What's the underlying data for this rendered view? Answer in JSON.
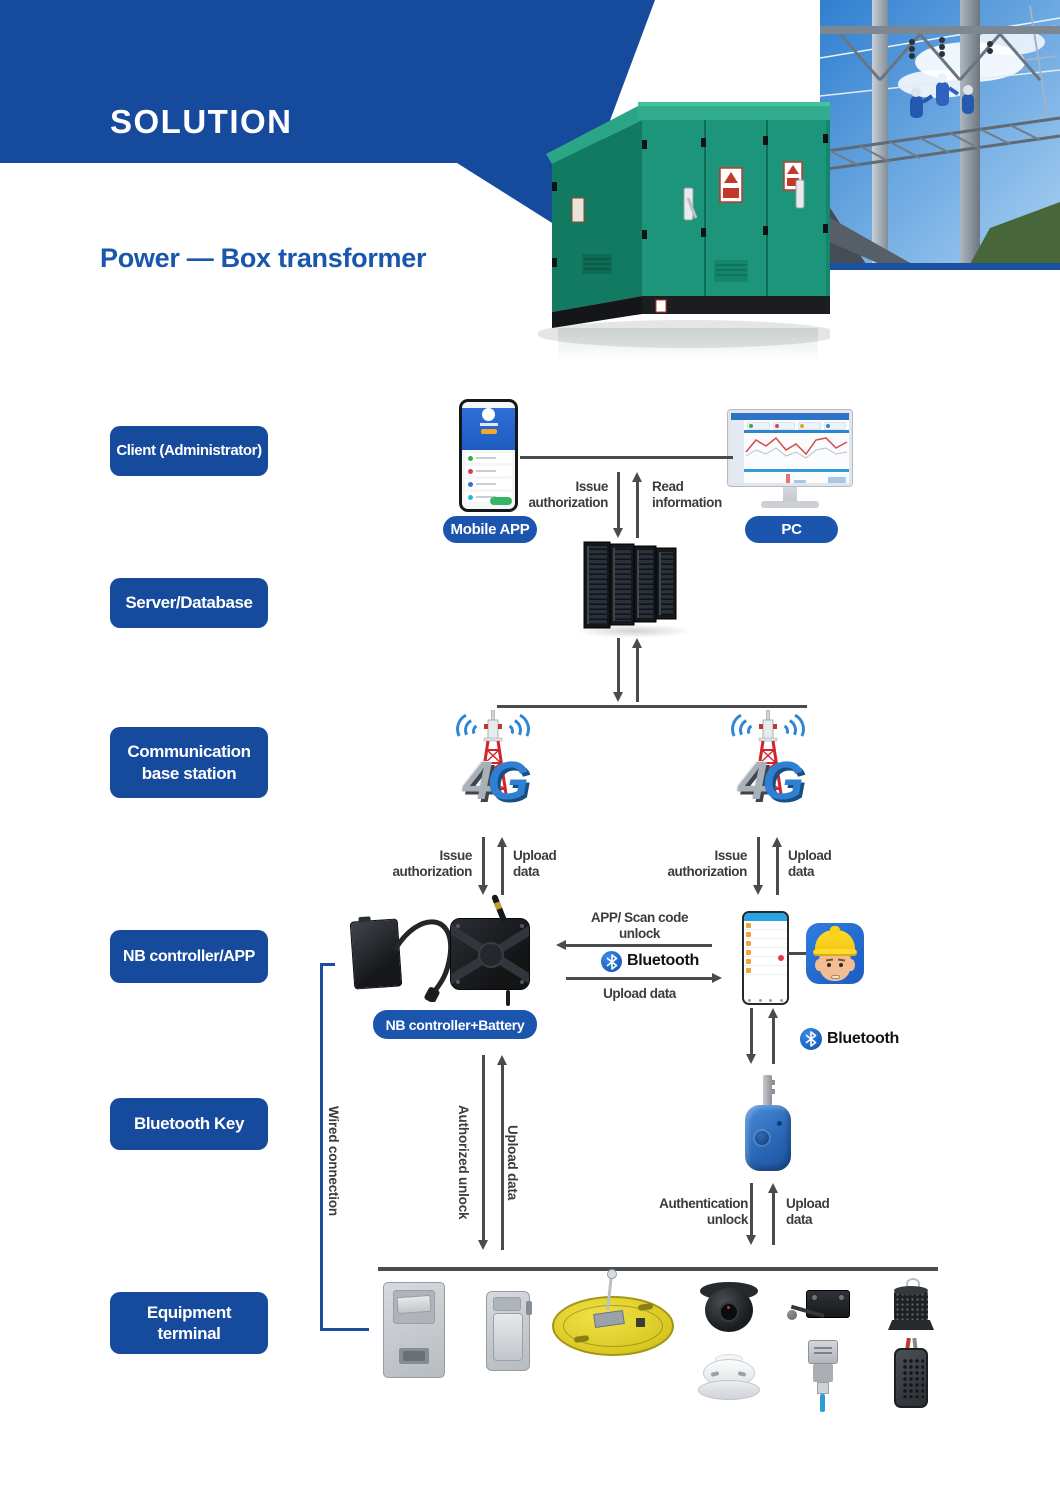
{
  "header": {
    "title": "SOLUTION",
    "subtitle": "Power — Box transformer"
  },
  "sidebar": {
    "client": "Client (Administrator)",
    "server": "Server/Database",
    "base_station": "Communication\nbase station",
    "nb_controller": "NB controller/APP",
    "bluetooth_key": "Bluetooth Key",
    "equipment": "Equipment\nterminal"
  },
  "badges": {
    "mobile_app": "Mobile APP",
    "pc": "PC",
    "nb_battery": "NB controller+Battery"
  },
  "flow_labels": {
    "issue_authorization": "Issue\nauthorization",
    "read_information": "Read\ninformation",
    "upload_data": "Upload\ndata",
    "upload_data_inline": "Upload data",
    "app_scan_unlock": "APP/ Scan code\nunlock",
    "bluetooth": "Bluetooth",
    "authentication_unlock": "Authentication\nunlock",
    "authorized_unlock": "Authorized unlock",
    "wired_connection": "Wired connection"
  },
  "network": {
    "tower_4": "4",
    "tower_g": "G"
  },
  "equipment_icons": [
    "cabinet-panel-lock",
    "cabinet-handle-lock",
    "well-cover",
    "dome-camera",
    "limit-switch",
    "vibration-sensor",
    "smoke-detector",
    "water-level-sensor",
    "temperature-humidity-sensor"
  ],
  "colors": {
    "banner_blue": "#164a9c",
    "badge_blue": "#1c55ae",
    "title_blue": "#1a57ac",
    "arrow_gray": "#4a4b4d",
    "bluetooth_blue": "#0d4fa8",
    "transformer_green": "#1c957a",
    "key_blue": "#2a68b8",
    "cover_yellow": "#d9c822"
  }
}
